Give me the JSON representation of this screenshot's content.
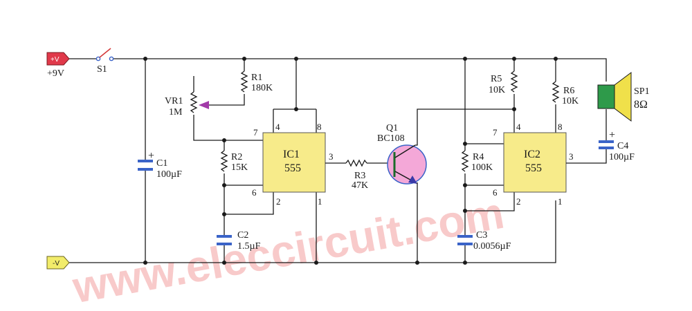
{
  "watermark": "www.eleccircuit.com",
  "terminals": {
    "pos_tag": "+V",
    "pos_label": "+9V",
    "neg_tag": "-V",
    "switch": "S1"
  },
  "components": {
    "vr1": {
      "name": "VR1",
      "value": "1M"
    },
    "r1": {
      "name": "R1",
      "value": "180K"
    },
    "r2": {
      "name": "R2",
      "value": "15K"
    },
    "r3": {
      "name": "R3",
      "value": "47K"
    },
    "r4": {
      "name": "R4",
      "value": "100K"
    },
    "r5": {
      "name": "R5",
      "value": "10K"
    },
    "r6": {
      "name": "R6",
      "value": "10K"
    },
    "c1": {
      "name": "C1",
      "value": "100µF"
    },
    "c2": {
      "name": "C2",
      "value": "1.5µF"
    },
    "c3": {
      "name": "C3",
      "value": "0.0056µF"
    },
    "c4": {
      "name": "C4",
      "value": "100µF"
    },
    "q1": {
      "name": "Q1",
      "value": "BC108"
    },
    "sp1": {
      "name": "SP1",
      "value": "8Ω"
    },
    "ic1": {
      "name": "IC1",
      "value": "555"
    },
    "ic2": {
      "name": "IC2",
      "value": "555"
    }
  },
  "pins": {
    "ic1": {
      "p4": "4",
      "p8": "8",
      "p7": "7",
      "p6": "6",
      "p2": "2",
      "p3": "3",
      "p1": "1"
    },
    "ic2": {
      "p4": "4",
      "p8": "8",
      "p7": "7",
      "p6": "6",
      "p2": "2",
      "p3": "3",
      "p1": "1"
    }
  },
  "polarity": {
    "plus": "+"
  },
  "colors": {
    "ic_fill": "#f7eb8a",
    "cap_plate": "#3a63c8",
    "pos_terminal": "#e0394a",
    "neg_terminal": "#f2ec6a",
    "speaker": "#f0e04a",
    "transistor": "#f4a8d8"
  }
}
